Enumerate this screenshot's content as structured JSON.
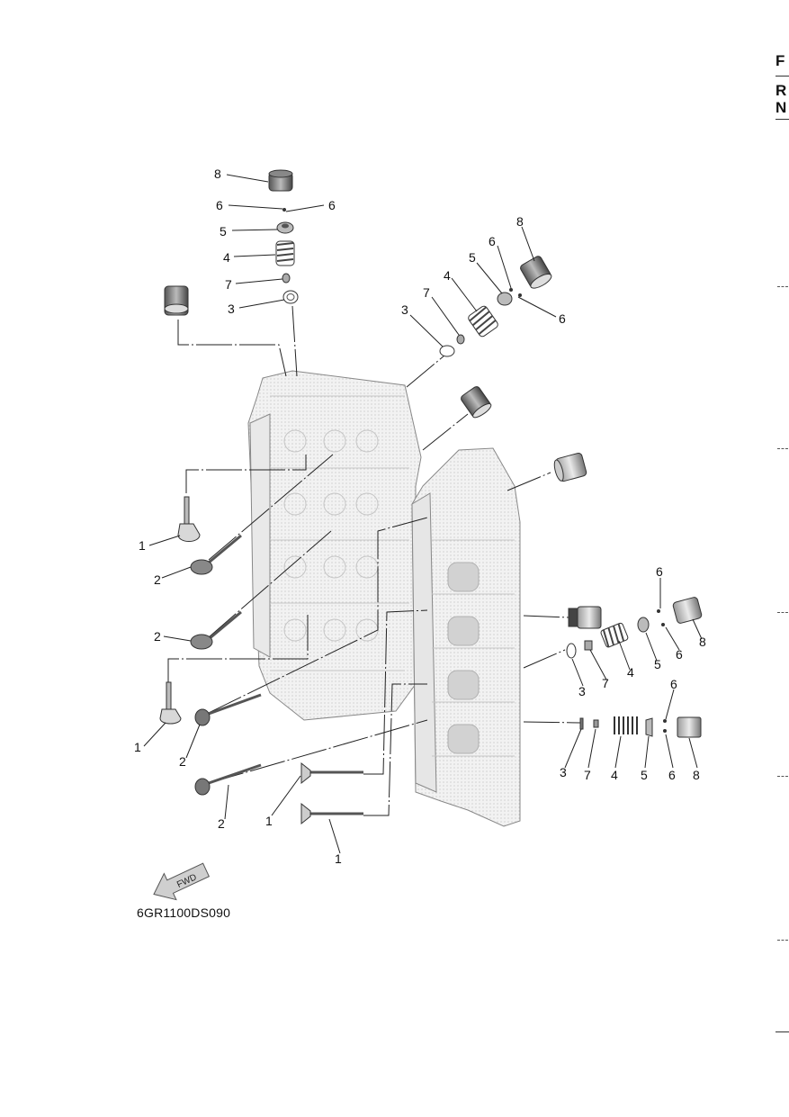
{
  "edge_tab": {
    "letters": [
      "F",
      "R",
      "N"
    ]
  },
  "drawing_code": "6GR1100DS090",
  "fwd_label": "FWD",
  "callouts": [
    "8",
    "6",
    "6",
    "5",
    "4",
    "7",
    "3",
    "8",
    "6",
    "5",
    "4",
    "7",
    "3",
    "6",
    "1",
    "2",
    "2",
    "1",
    "2",
    "2",
    "1",
    "1",
    "6",
    "8",
    "6",
    "5",
    "4",
    "7",
    "3",
    "6",
    "3",
    "7",
    "4",
    "5",
    "6",
    "8"
  ]
}
